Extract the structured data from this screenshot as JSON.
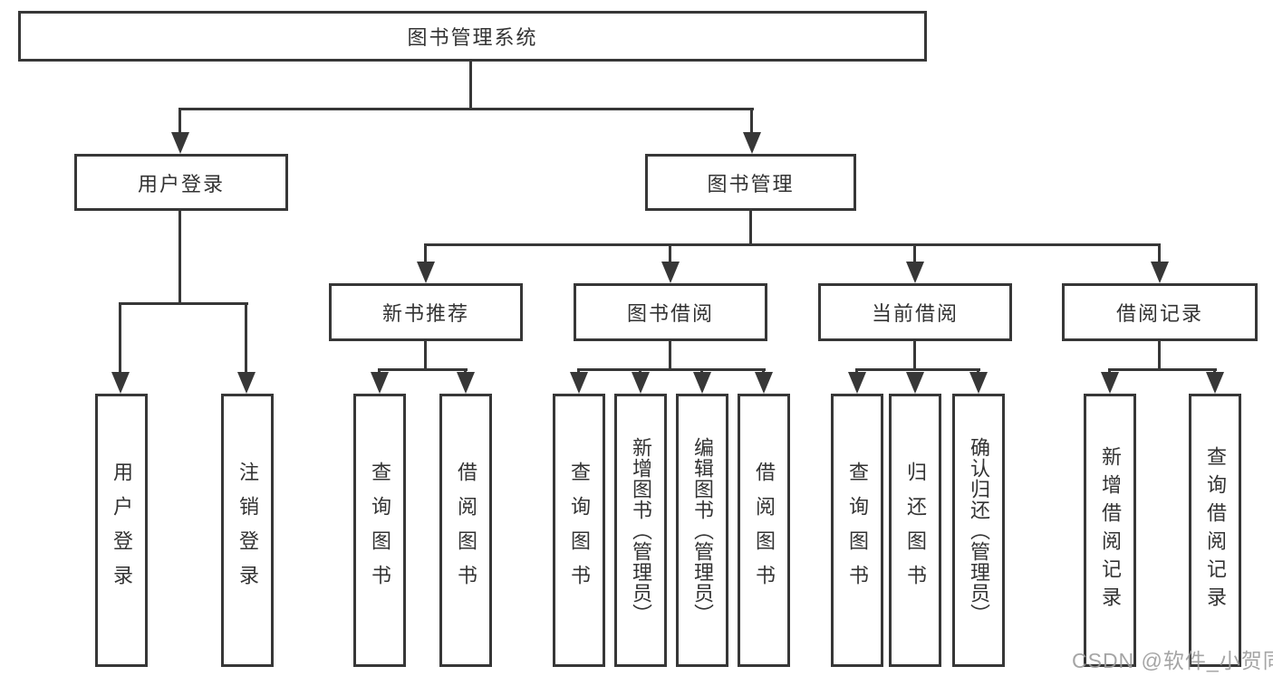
{
  "tree": {
    "root": {
      "label": "图书管理系统"
    },
    "level1": [
      {
        "label": "用户登录"
      },
      {
        "label": "图书管理"
      }
    ],
    "level2": [
      {
        "label": "新书推荐"
      },
      {
        "label": "图书借阅"
      },
      {
        "label": "当前借阅"
      },
      {
        "label": "借阅记录"
      }
    ],
    "leaves": {
      "user_login": [
        {
          "label": "用户登录"
        },
        {
          "label": "注销登录"
        }
      ],
      "new_books": [
        {
          "label": "查询图书"
        },
        {
          "label": "借阅图书"
        }
      ],
      "book_borrow": [
        {
          "label": "查询图书"
        },
        {
          "label": "新增图书（管理员）"
        },
        {
          "label": "编辑图书（管理员）"
        },
        {
          "label": "借阅图书"
        }
      ],
      "current_borrow": [
        {
          "label": "查询图书"
        },
        {
          "label": "归还图书"
        },
        {
          "label": "确认归还（管理员）"
        }
      ],
      "borrow_records": [
        {
          "label": "新增借阅记录"
        },
        {
          "label": "查询借阅记录"
        }
      ]
    }
  },
  "watermark": "CSDN @软件_小贺同学",
  "colors": {
    "line": "#373737",
    "text": "#333333",
    "watermark": "#9c9c9c",
    "background": "#ffffff"
  }
}
